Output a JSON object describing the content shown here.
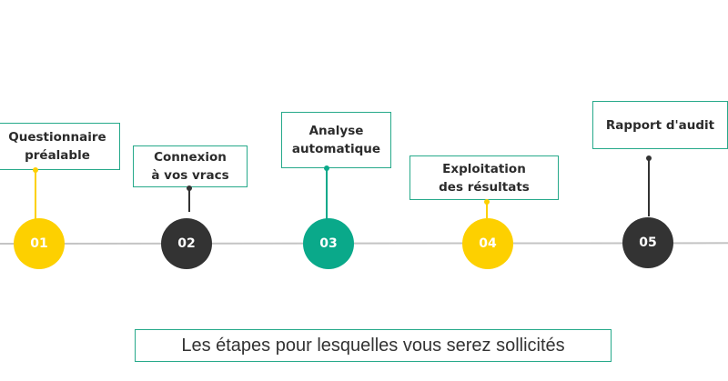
{
  "colors": {
    "yellow": "#fdd000",
    "dark": "#333333",
    "teal": "#0aa98a",
    "border": "#26a98a",
    "line": "#c4c4c4"
  },
  "steps": [
    {
      "number": "01",
      "label_line1": "Questionnaire",
      "label_line2": "préalable",
      "color": "#fdd000"
    },
    {
      "number": "02",
      "label_line1": "Connexion",
      "label_line2": "à vos vracs",
      "color": "#333333"
    },
    {
      "number": "03",
      "label_line1": "Analyse",
      "label_line2": "automatique",
      "color": "#0aa98a"
    },
    {
      "number": "04",
      "label_line1": "Exploitation",
      "label_line2": "des résultats",
      "color": "#fdd000"
    },
    {
      "number": "05",
      "label_line1": "Rapport d'audit",
      "label_line2": "",
      "color": "#333333"
    }
  ],
  "caption": "Les étapes pour lesquelles vous serez sollicités"
}
